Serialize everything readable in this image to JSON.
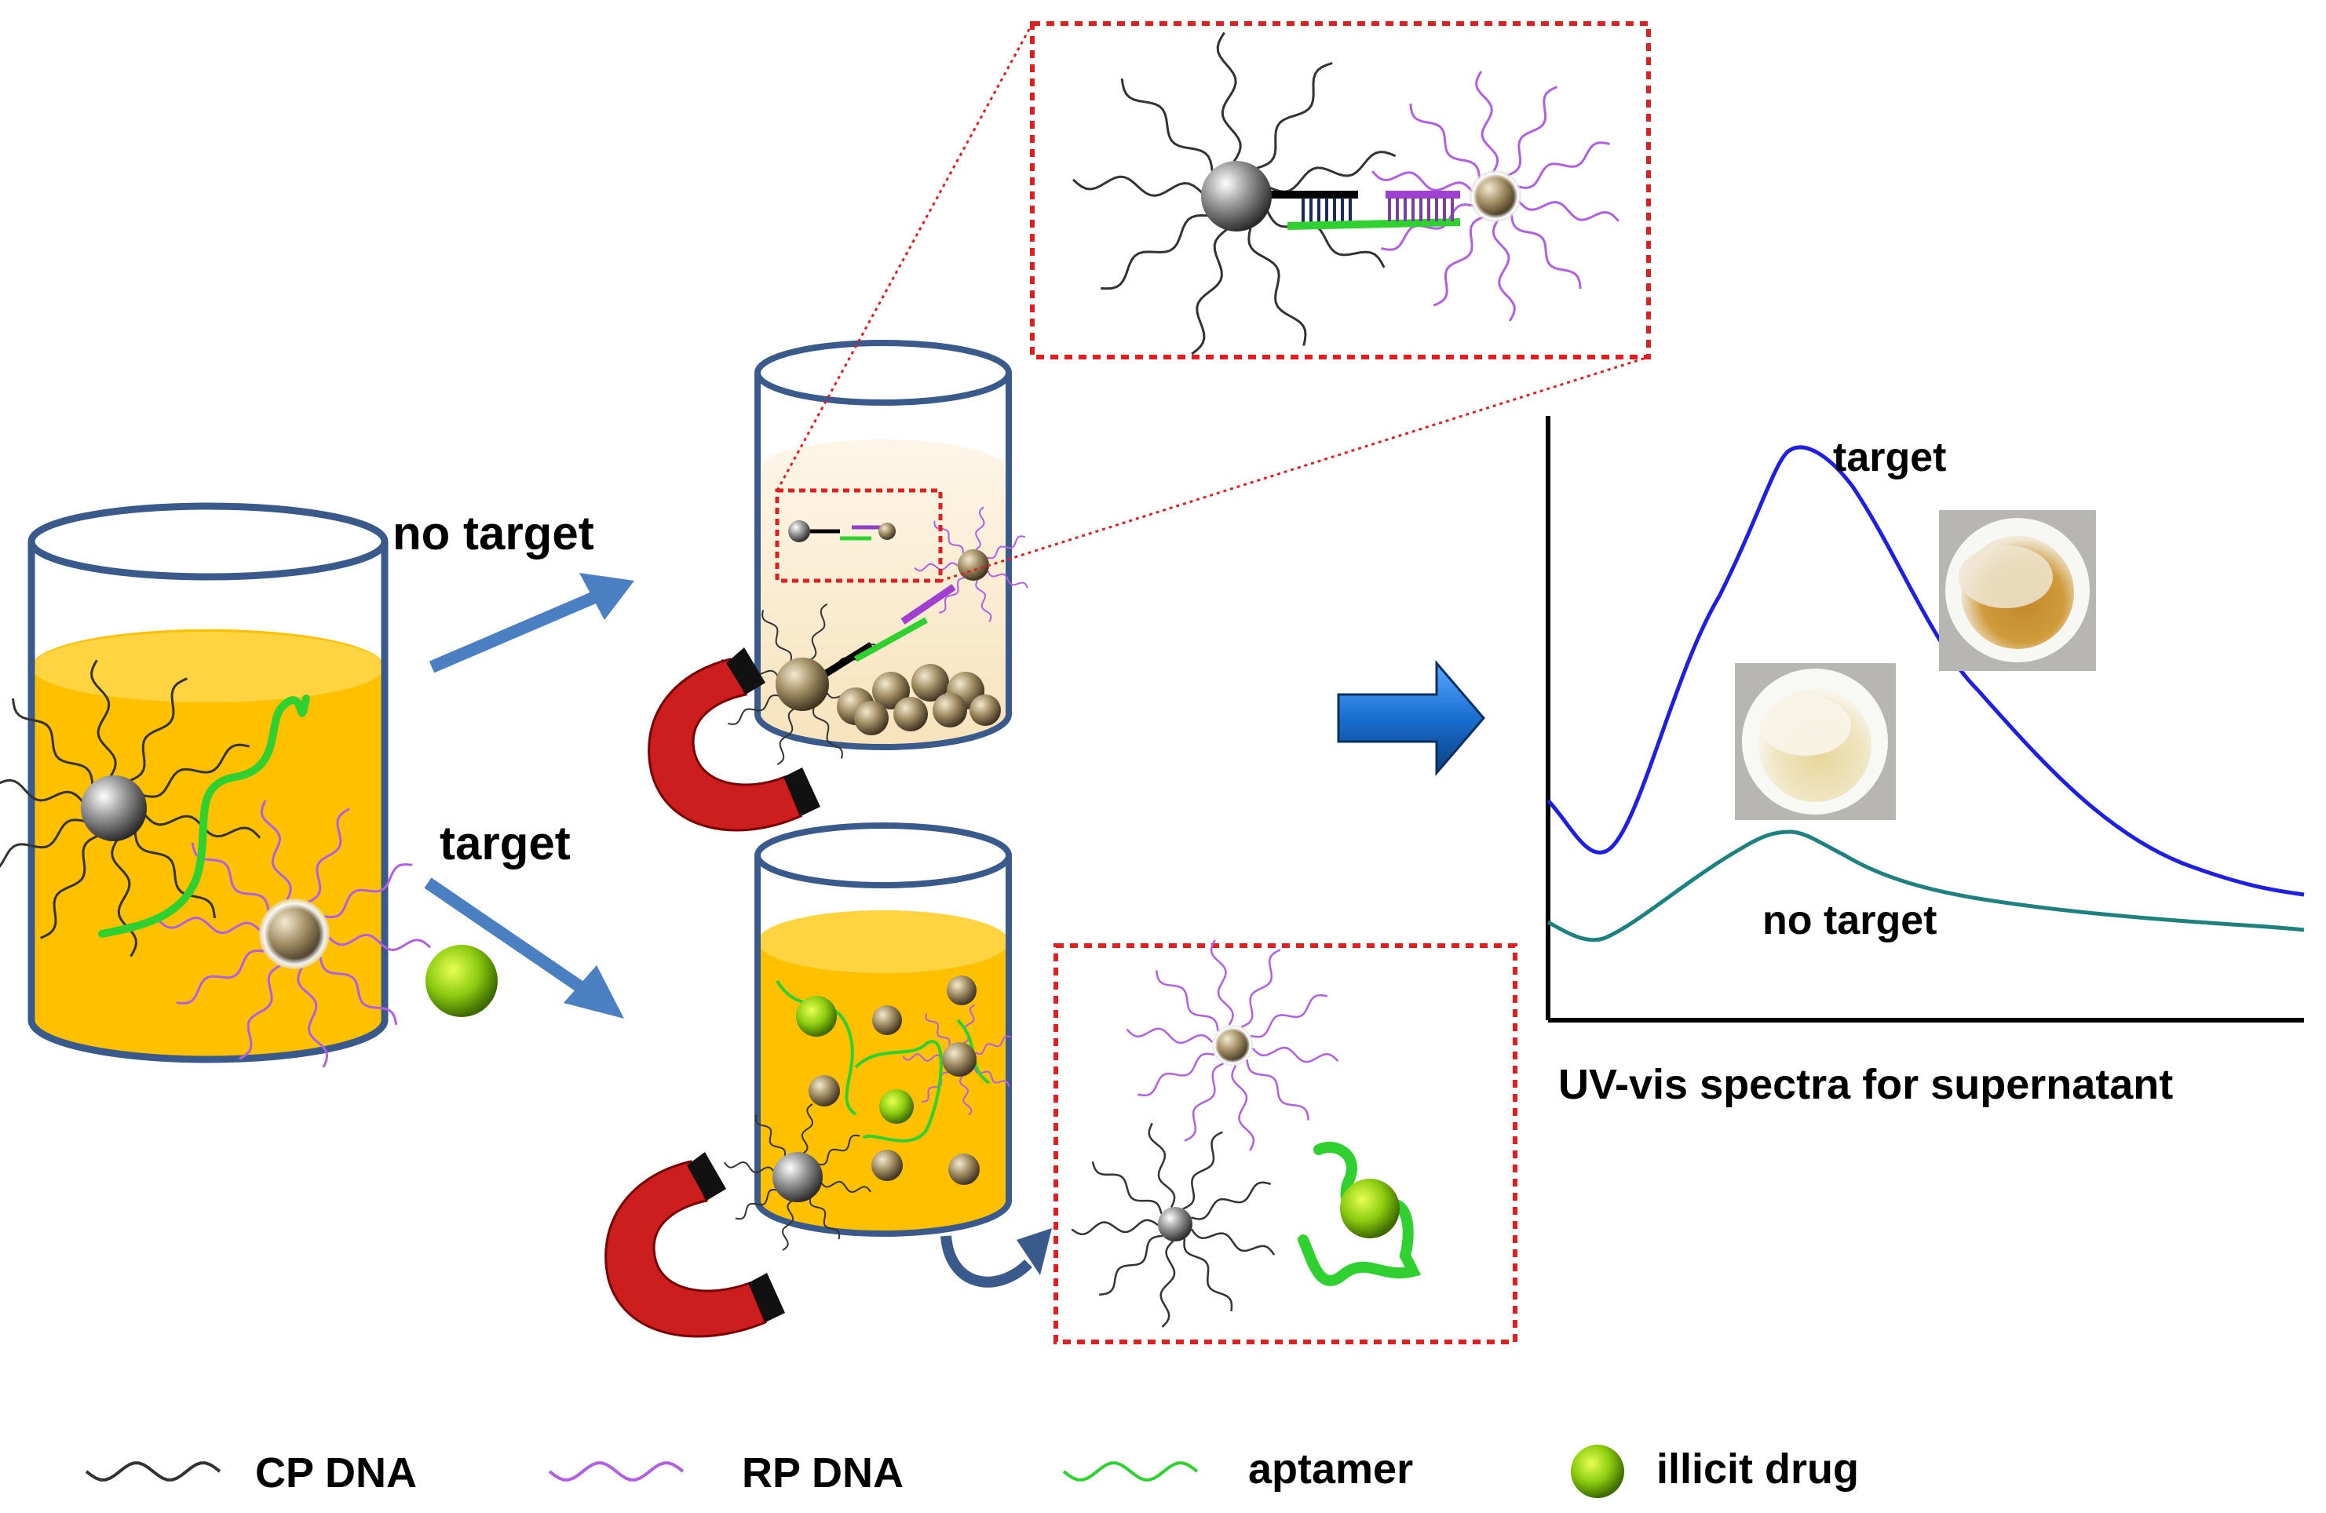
{
  "labels": {
    "no_target_arrow": "no target",
    "target_arrow": "target",
    "spectrum_target": "target",
    "spectrum_no_target": "no target",
    "spectra_caption": "UV-vis spectra for supernatant"
  },
  "legend": [
    {
      "label": "CP DNA",
      "icon": "wavy-line-icon",
      "color": "#333333"
    },
    {
      "label": "RP DNA",
      "icon": "wavy-line-icon",
      "color": "#b060e0"
    },
    {
      "label": "aptamer",
      "icon": "wavy-line-icon",
      "color": "#30d030"
    },
    {
      "label": "illicit drug",
      "icon": "green-sphere-icon",
      "color": "#8ac000"
    }
  ],
  "colors": {
    "beaker_outline": "#3b5a8c",
    "solution_orange": "#ffc000",
    "solution_pale": "#fbefd6",
    "arrow_blue": "#4a7fc1",
    "magnet_red": "#cc1e1e",
    "callout_red": "#e02020",
    "spectrum_target": "#1f1fe0",
    "spectrum_no_target": "#1f8080",
    "cp_dna": "#333333",
    "rp_dna": "#b060e0",
    "aptamer": "#30d030"
  }
}
